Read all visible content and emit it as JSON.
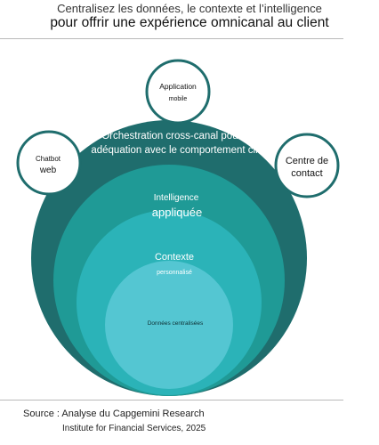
{
  "header": {
    "title_line1": "Centralisez les données, le contexte et l’intelligence",
    "title_line2": "pour offrir une expérience omnicanal au client"
  },
  "diagram": {
    "layers": [
      {
        "line1": "Orchestration cross-canal pour une",
        "line2": "adéquation avec le comportement client",
        "color": "#1f6d6d"
      },
      {
        "line1": "Intelligence",
        "line2": "appliquée",
        "color": "#1f9a96"
      },
      {
        "line1": "Contexte",
        "line2": "personnalisé",
        "color": "#2bb3b8"
      },
      {
        "line1": "Données centralisées",
        "color": "#54c6d2"
      }
    ],
    "channels": [
      {
        "line1": "Application",
        "line2": "mobile"
      },
      {
        "line1": "Chatbot",
        "line2": "web"
      },
      {
        "line1": "Centre de",
        "line2": "contact"
      }
    ]
  },
  "footer": {
    "source_line1": "Source : Analyse du Capgemini Research",
    "source_line2": "Institute for Financial Services, 2025"
  }
}
